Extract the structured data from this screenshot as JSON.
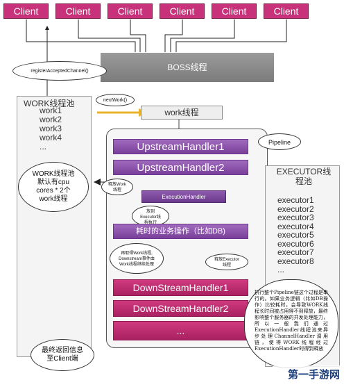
{
  "clients": [
    "Client",
    "Client",
    "Client",
    "Client",
    "Client",
    "Client"
  ],
  "boss_label": "BOSS线程",
  "register_label": "registerAcceptedChannel()",
  "next_work_label": "nextWork()",
  "work_thread_label": "work线程",
  "work_pool": {
    "title": "WORK线程池",
    "items": [
      "work1",
      "work2",
      "work3",
      "work4",
      "..."
    ]
  },
  "work_pool_note": [
    "WORK线程池",
    "默认有cpu",
    "cores * 2个",
    "work线程"
  ],
  "pipeline_label": "Pipeline",
  "upstream": [
    "UpstreamHandler1",
    "UpstreamHandler2"
  ],
  "release_work_note": [
    "释放Work",
    "线程"
  ],
  "execution_handler": "ExecutionHandler",
  "give_executor_note": [
    "放到",
    "Executor线",
    "程执行"
  ],
  "business_op": "耗时的业务操作（比如DB)",
  "reacquire_note": [
    "再取得Work线程,",
    "Downstream事件由",
    "Work线程继续处理"
  ],
  "release_executor_note": [
    "释放Executor",
    "线程"
  ],
  "downstream": [
    "DownStreamHandler1",
    "DownStreamHandler2",
    "..."
  ],
  "executor_pool": {
    "title_lines": [
      "EXECUTOR线",
      "程池"
    ],
    "items": [
      "executor1",
      "executor2",
      "executor3",
      "executor4",
      "executor5",
      "executor6",
      "executor7",
      "executor8",
      "..."
    ]
  },
  "big_note": "执行整个Pipeline链这个过程是串行的。如果业务逻辑（比如DB操作）比较耗时，会导致WORK线程长时间被占用得不到释放，最终影响整个服务器的并发处理能力，所以一般我们通过ExecutionHandler线程池来异步处理ChannelHandler调用链，使得WORK线程经过ExecutionHandler时得到释放",
  "return_note": [
    "最终返回信息",
    "至Client端"
  ],
  "watermark": "第一手游网"
}
